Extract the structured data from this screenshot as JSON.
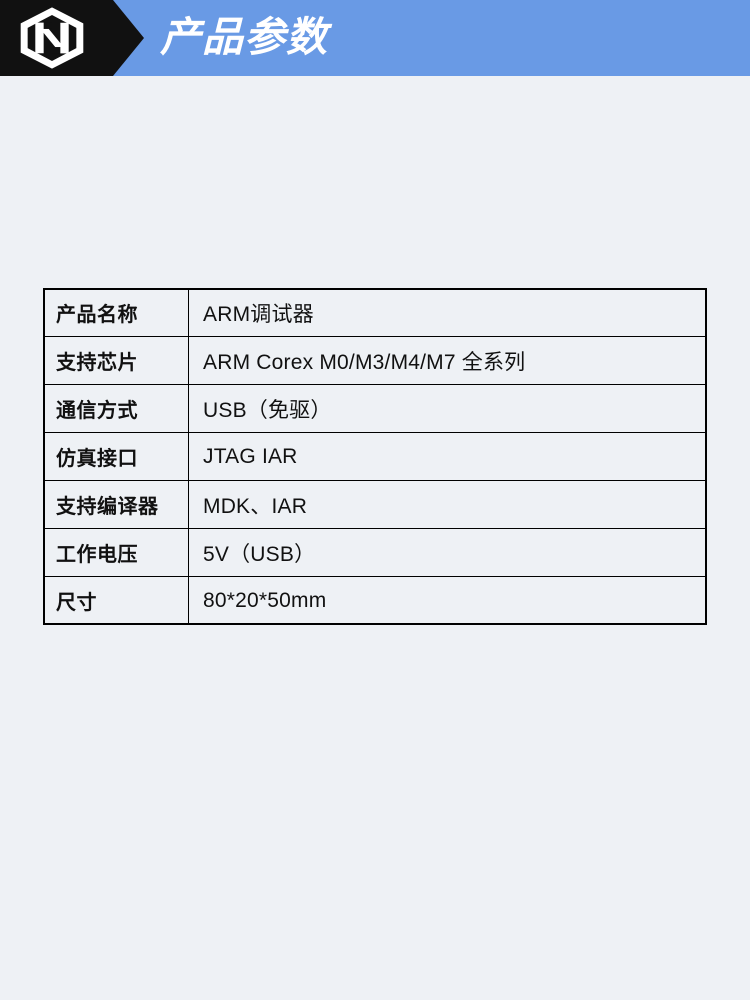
{
  "header": {
    "title": "产品参数",
    "logo_icon": "hexagon-n-monogram-logo",
    "background_color": "#699ae5",
    "badge_color": "#111111",
    "title_color": "#ffffff"
  },
  "page": {
    "background_color": "#eef1f5",
    "text_color": "#111111",
    "border_color": "#000000"
  },
  "spec_table": {
    "rows": [
      {
        "label": "产品名称",
        "value": "ARM调试器"
      },
      {
        "label": "支持芯片",
        "value": "ARM Corex M0/M3/M4/M7 全系列"
      },
      {
        "label": "通信方式",
        "value": "USB（免驱）"
      },
      {
        "label": "仿真接口",
        "value": "JTAG IAR"
      },
      {
        "label": "支持编译器",
        "value": "MDK、IAR"
      },
      {
        "label": "工作电压",
        "value": "5V（USB）"
      },
      {
        "label": "尺寸",
        "value": "80*20*50mm"
      }
    ]
  }
}
